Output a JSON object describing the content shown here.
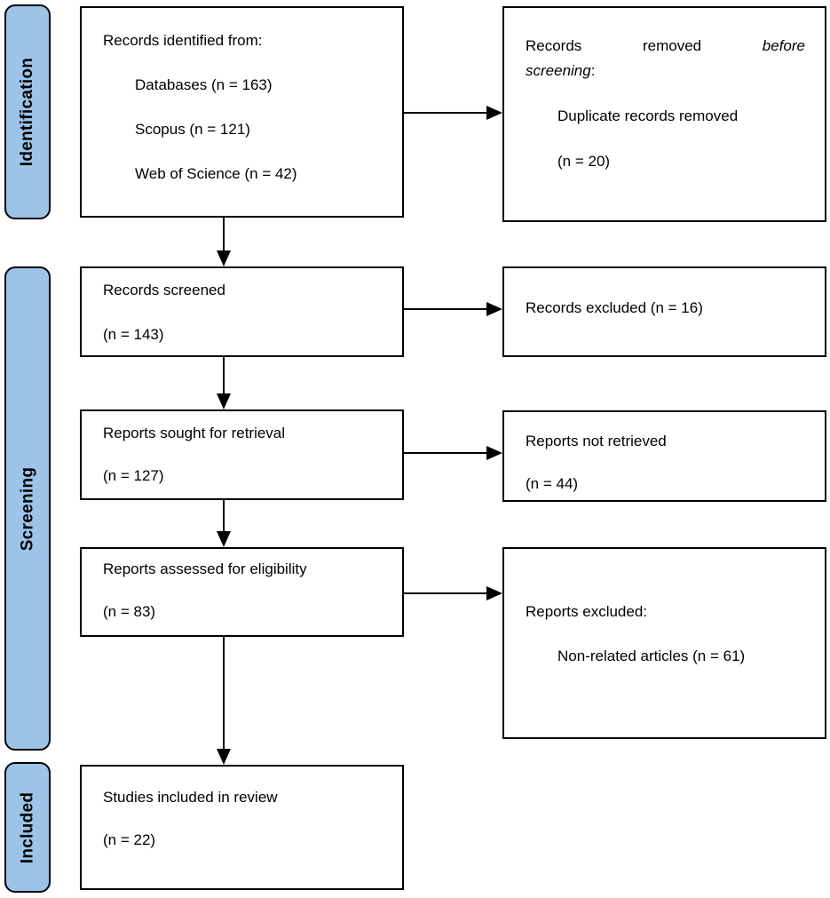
{
  "palette": {
    "bar_fill": "#9DC3E6",
    "outline": "#000000"
  },
  "stages": {
    "identification": "Identification",
    "screening": "Screening",
    "included": "Included"
  },
  "boxes": {
    "identified": {
      "title": "Records identified from:",
      "items": [
        "Databases (n = 163)",
        "Scopus (n = 121)",
        "Web of Science (n = 42)"
      ]
    },
    "removed_before_screening": {
      "w1": "Records",
      "w2": "removed",
      "w3": "before",
      "line2_italic": "screening",
      "line2_colon": ":",
      "items": [
        "Duplicate records removed",
        "(n = 20)"
      ]
    },
    "records_screened": {
      "line1": "Records screened",
      "line2": "(n = 143)"
    },
    "records_excluded": {
      "line1": "Records excluded (n = 16)"
    },
    "reports_sought": {
      "line1": "Reports sought for retrieval",
      "line2": "(n = 127)"
    },
    "reports_not_retrieved": {
      "line1": "Reports not retrieved",
      "line2": "(n = 44)"
    },
    "reports_assessed": {
      "line1": "Reports assessed for eligibility",
      "line2": "(n = 83)"
    },
    "reports_excluded": {
      "title": "Reports excluded:",
      "items": [
        "Non-related articles (n = 61)"
      ]
    },
    "studies_included": {
      "line1": "Studies included in review",
      "line2": "(n = 22)"
    }
  }
}
